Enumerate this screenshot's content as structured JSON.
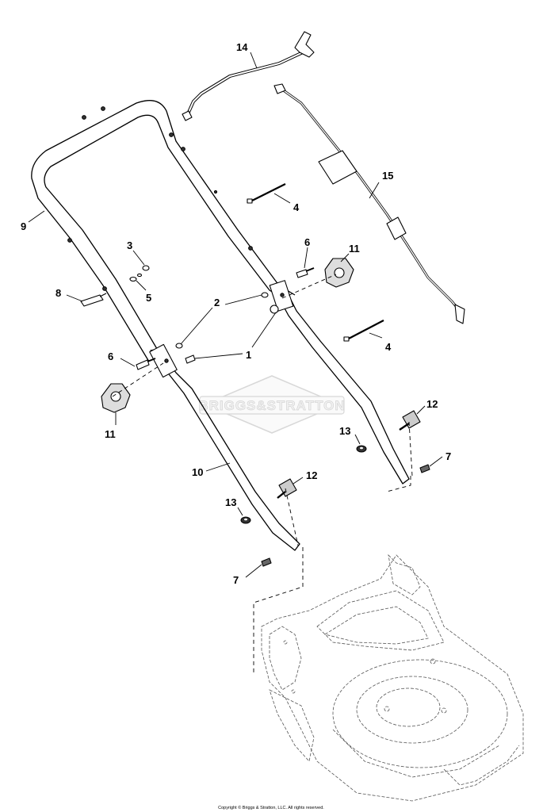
{
  "watermark": {
    "text": "BRIGGS&STRATTON"
  },
  "copyright": "Copyright © Briggs & Stratton, LLC. All rights reserved.",
  "callouts": {
    "c14": "14",
    "c15": "15",
    "c9": "9",
    "c4a": "4",
    "c4b": "4",
    "c3": "3",
    "c5": "5",
    "c8": "8",
    "c6a": "6",
    "c6b": "6",
    "c11a": "11",
    "c11b": "11",
    "c2": "2",
    "c1": "1",
    "c12a": "12",
    "c12b": "12",
    "c13a": "13",
    "c13b": "13",
    "c7a": "7",
    "c7b": "7",
    "c10": "10"
  }
}
